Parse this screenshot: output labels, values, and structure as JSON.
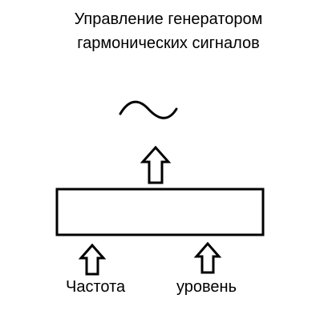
{
  "title": {
    "line1": "Управление генератором",
    "line2": "гармонических сигналов"
  },
  "inputs": {
    "frequency_label": "Частота",
    "level_label": "уровень"
  },
  "colors": {
    "stroke": "#000000",
    "background": "#ffffff"
  },
  "icons": {
    "output": "sine-wave-icon",
    "arrows": "up-arrow-icon"
  }
}
